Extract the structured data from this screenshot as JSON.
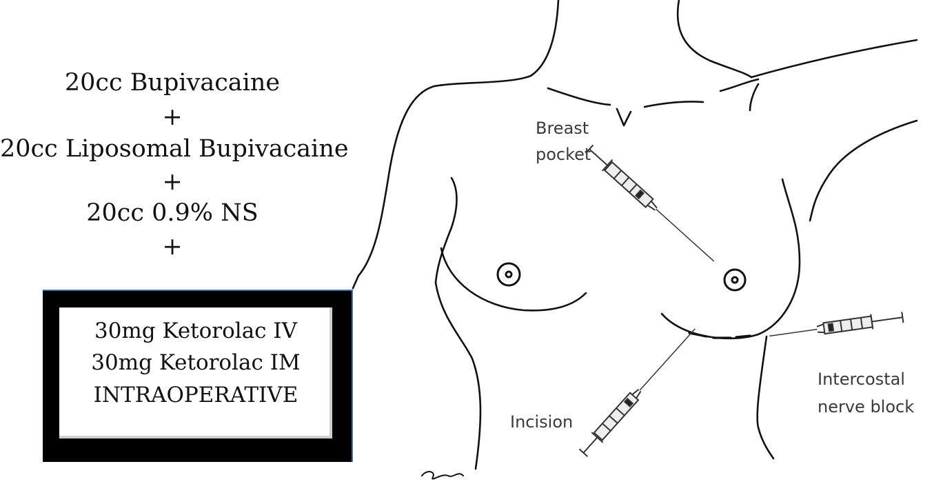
{
  "formula": {
    "line1": "20cc Bupivacaine",
    "plus1": "+",
    "line2": "20cc Liposomal Bupivacaine",
    "plus2": "+",
    "line3": "20cc 0.9% NS",
    "plus3": "+"
  },
  "box": {
    "line1": "30mg Ketorolac IV",
    "line2": "30mg Ketorolac IM",
    "line3": "INTRAOPERATIVE"
  },
  "labels": {
    "breast_pocket_1": "Breast",
    "breast_pocket_2": "pocket",
    "incision": "Incision",
    "intercostal_1": "Intercostal",
    "intercostal_2": "nerve block"
  },
  "colors": {
    "label_text": "#3a3a3a",
    "box_border": "#000000",
    "box_edge": "#4a6fa5",
    "line": "#111111"
  }
}
